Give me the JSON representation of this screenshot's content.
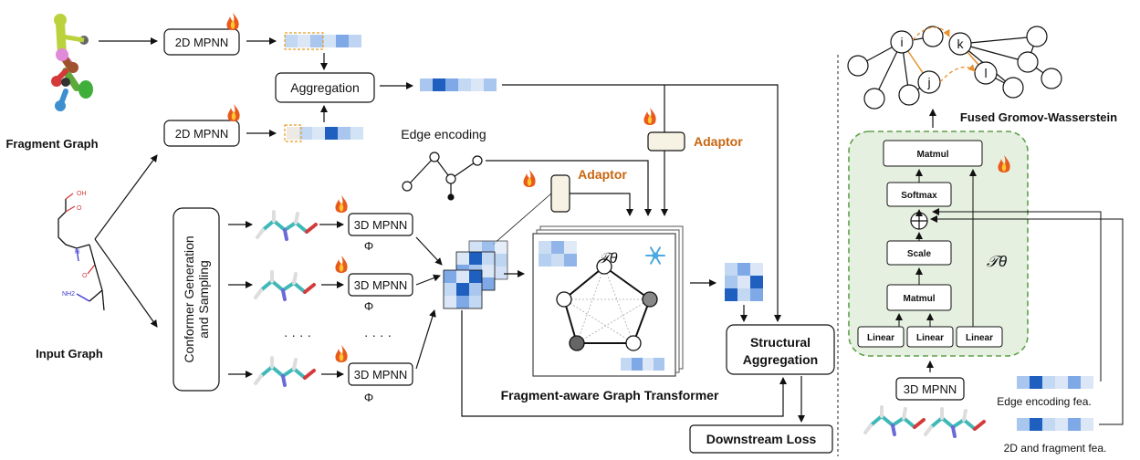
{
  "fragment_graph_label": "Fragment Graph",
  "input_graph_label": "Input Graph",
  "mpnn2d_top": "2D MPNN",
  "mpnn2d_bottom": "2D MPNN",
  "aggregation": "Aggregation",
  "edge_encoding": "Edge encoding",
  "adaptor_left": "Adaptor",
  "adaptor_right": "Adaptor",
  "conformer_line1": "Conformer Generation",
  "conformer_line2": "and Sampling",
  "mpnn3d_1": "3D MPNN",
  "mpnn3d_2": "3D MPNN",
  "mpnn3d_3": "3D MPNN",
  "phi": "Φ",
  "ellipsis": "· · · ·",
  "transformer_symbol": "𝒯θ",
  "transformer_label": "Fragment-aware Graph Transformer",
  "structural_aggregation_line1": "Structural",
  "structural_aggregation_line2": "Aggregation",
  "downstream_loss": "Downstream Loss",
  "fgw_label": "Fused Gromov-Wasserstein",
  "node_i": "i",
  "node_j": "j",
  "node_k": "k",
  "node_l": "l",
  "block": {
    "matmul_top": "Matmul",
    "softmax": "Softmax",
    "scale": "Scale",
    "matmul_bottom": "Matmul",
    "linear_1": "Linear",
    "linear_2": "Linear",
    "linear_3": "Linear",
    "symbol": "𝒯θ"
  },
  "right_3d_mpnn": "3D MPNN",
  "edge_encoding_fea": "Edge encoding fea.",
  "fragment_fea": "2D and fragment fea.",
  "colors": {
    "orange": "#c8650f",
    "green_fill": "#e5f0e0",
    "green_border": "#5ea04a",
    "blue_dark": "#1f5fbf"
  }
}
